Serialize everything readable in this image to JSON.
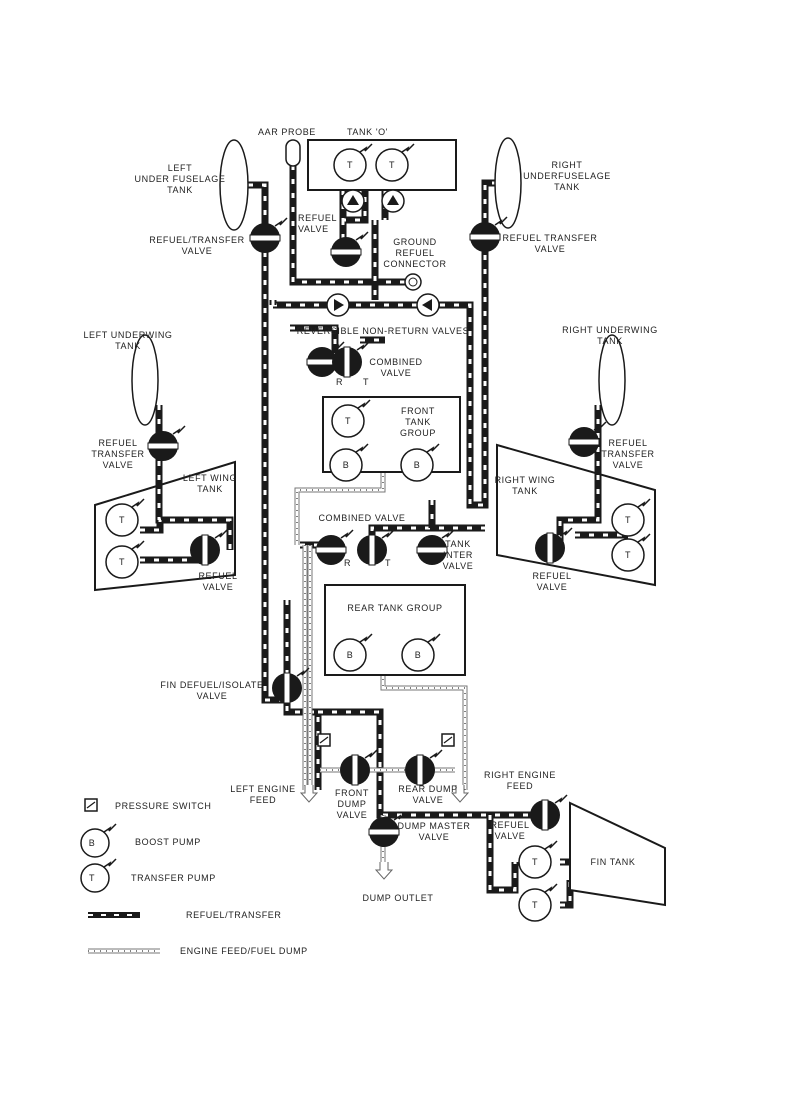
{
  "labels": {
    "aar_probe": "AAR PROBE",
    "tank_o": "TANK 'O'",
    "left_under_fuselage_tank": [
      "LEFT",
      "UNDER FUSELAGE",
      "TANK"
    ],
    "right_underfuselage_tank": [
      "RIGHT",
      "UNDERFUSELAGE",
      "TANK"
    ],
    "left_refuel_transfer_valve": [
      "REFUEL/TRANSFER",
      "VALVE"
    ],
    "refuel_valve_top": [
      "REFUEL",
      "VALVE"
    ],
    "right_refuel_transfer_valve": [
      "REFUEL TRANSFER",
      "VALVE"
    ],
    "ground_refuel_connector": [
      "GROUND",
      "REFUEL",
      "CONNECTOR"
    ],
    "reversible_nrv": "REVERSIBLE NON-RETURN VALVES",
    "left_underwing_tank": [
      "LEFT UNDERWING",
      "TANK"
    ],
    "right_underwing_tank": [
      "RIGHT UNDERWING",
      "TANK"
    ],
    "combined_valve_front": [
      "COMBINED",
      "VALVE"
    ],
    "front_tank_group": [
      "FRONT",
      "TANK",
      "GROUP"
    ],
    "left_wing_refuel_transfer_valve": [
      "REFUEL",
      "TRANSFER",
      "VALVE"
    ],
    "right_wing_refuel_transfer_valve": [
      "REFUEL",
      "TRANSFER",
      "VALVE"
    ],
    "left_wing_tank": [
      "LEFT WING",
      "TANK"
    ],
    "right_wing_tank": [
      "RIGHT WING",
      "TANK"
    ],
    "combined_valve_rear": "COMBINED VALVE",
    "tank_inter_valve": [
      "TANK",
      "INTER",
      "VALVE"
    ],
    "left_refuel_valve": [
      "REFUEL",
      "VALVE"
    ],
    "right_refuel_valve": [
      "REFUEL",
      "VALVE"
    ],
    "rear_tank_group": "REAR TANK GROUP",
    "fin_defuel_isolate_valve": [
      "FIN DEFUEL/ISOLATE",
      "VALVE"
    ],
    "left_engine_feed": [
      "LEFT ENGINE",
      "FEED"
    ],
    "right_engine_feed": [
      "RIGHT ENGINE",
      "FEED"
    ],
    "front_dump_valve": [
      "FRONT",
      "DUMP",
      "VALVE"
    ],
    "rear_dump_valve": [
      "REAR DUMP",
      "VALVE"
    ],
    "fin_refuel_valve": [
      "REFUEL",
      "VALVE"
    ],
    "dump_master_valve": [
      "DUMP MASTER",
      "VALVE"
    ],
    "dump_outlet": "DUMP OUTLET",
    "fin_tank": "FIN TANK",
    "pump_t": "T",
    "pump_b": "B",
    "valve_r": "R",
    "valve_t": "T"
  },
  "legend": {
    "pressure_switch": "PRESSURE SWITCH",
    "boost_pump": "BOOST PUMP",
    "transfer_pump": "TRANSFER PUMP",
    "refuel_transfer": "REFUEL/TRANSFER",
    "engine_feed_fuel_dump": "ENGINE FEED/FUEL DUMP"
  },
  "colors": {
    "ink": "#1a1a1a",
    "paper": "#ffffff"
  }
}
